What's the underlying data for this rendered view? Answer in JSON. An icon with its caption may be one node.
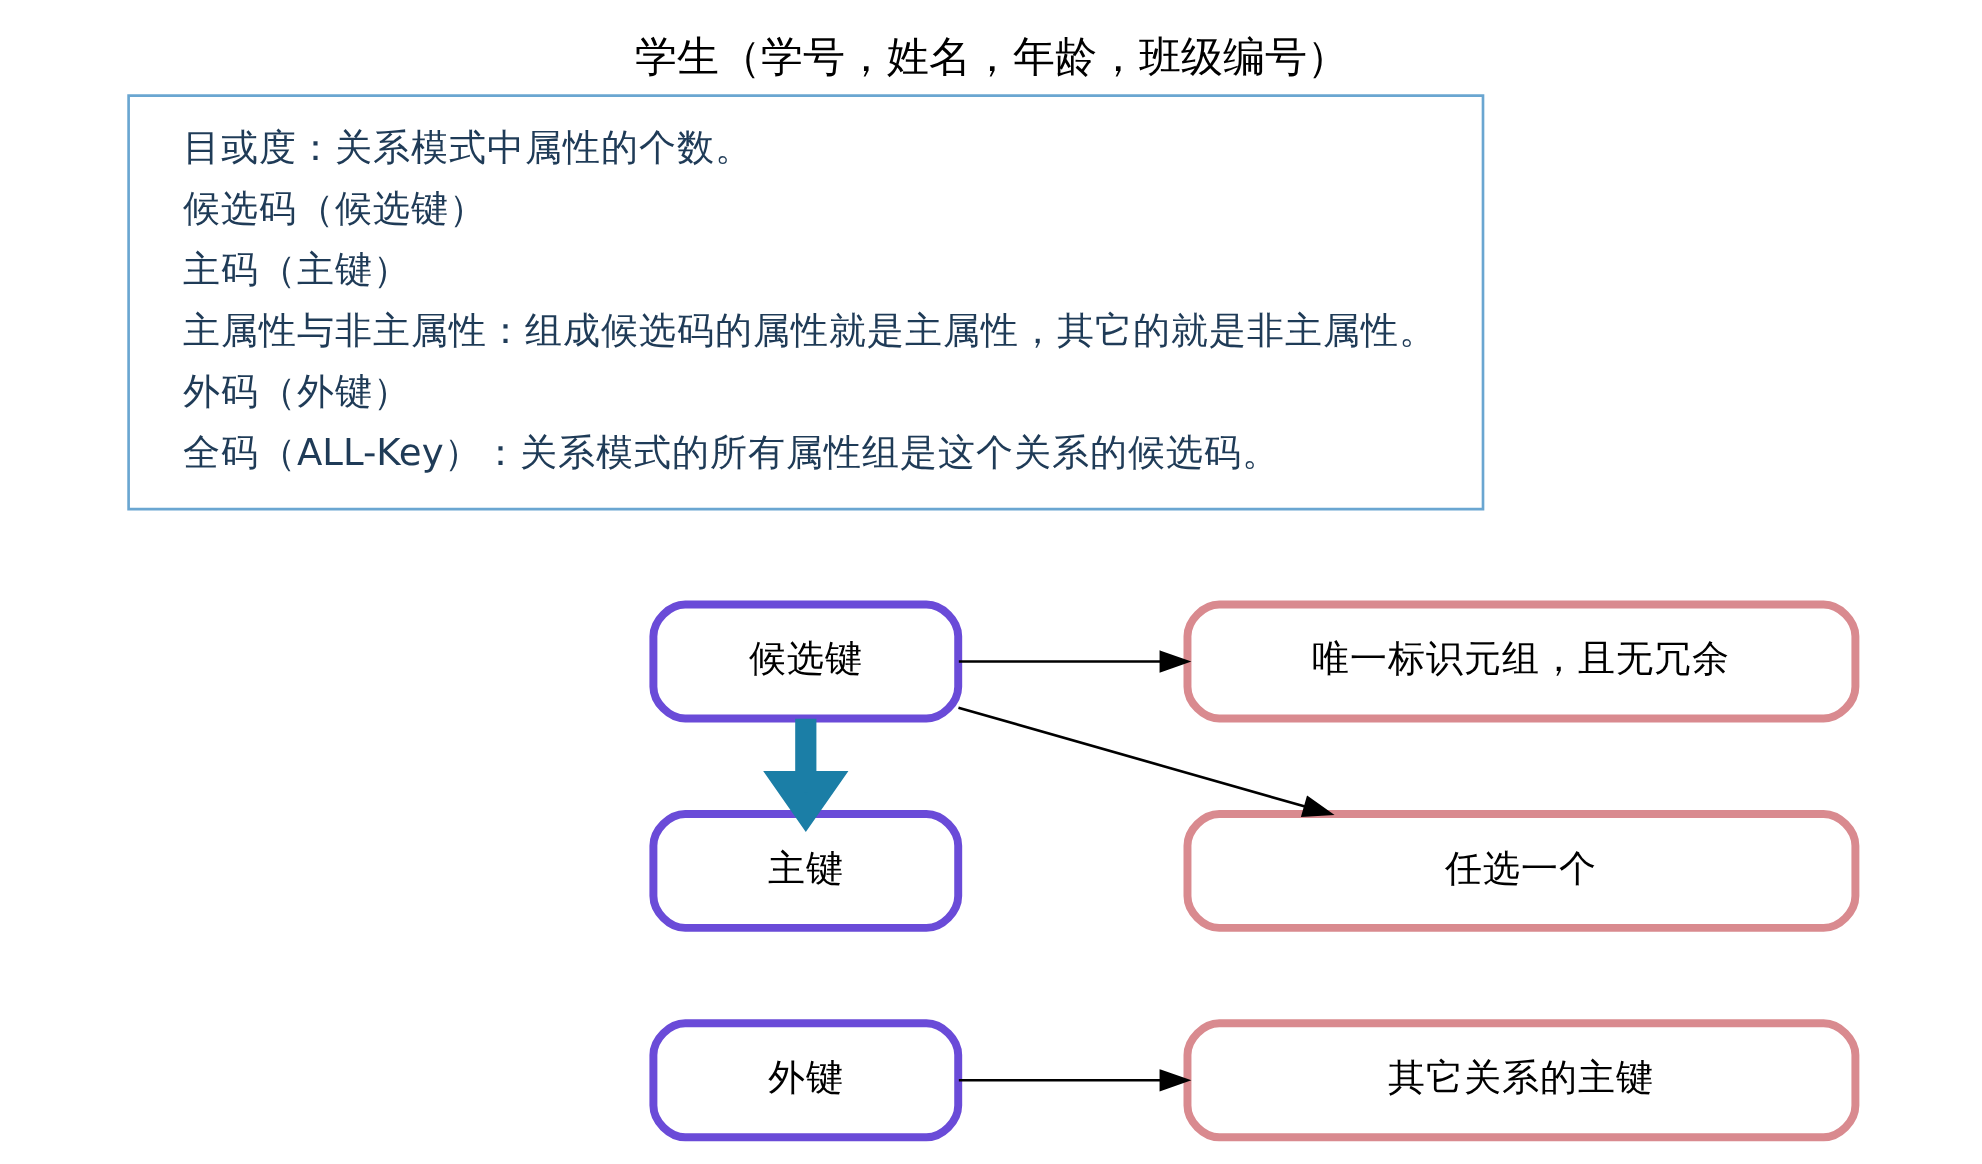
{
  "diagram": {
    "title": "学生（学号，姓名，年龄，班级编号）",
    "nodes": [
      {
        "text": [
          "目或度：关系模式中属性的个数。",
          "候选码（候选键）",
          "主码（主键）",
          "主属性与非主属性：组成候选码的属性就是主属性，其它的就是非主属性。",
          "外码（外键）",
          "全码（ALL-Key）：关系模式的所有属性组是这个关系的候选码。"
        ]
      },
      {
        "text": [
          "候选键"
        ]
      },
      {
        "text": [
          "唯一标识元组，且无冗余"
        ]
      },
      {
        "text": [
          "主键"
        ]
      },
      {
        "text": [
          "任选一个"
        ]
      },
      {
        "text": [
          "外键"
        ]
      },
      {
        "text": [
          "其它关系的主键"
        ]
      }
    ],
    "edges": [
      {
        "from": 1,
        "to": 2,
        "arrow": "to"
      },
      {
        "from": 1,
        "to": 3,
        "arrow": "to",
        "style": "thick",
        "color": "#1b7ea6"
      },
      {
        "from": 1,
        "to": 4,
        "arrow": "to"
      },
      {
        "from": 5,
        "to": 6,
        "arrow": "to"
      }
    ]
  }
}
